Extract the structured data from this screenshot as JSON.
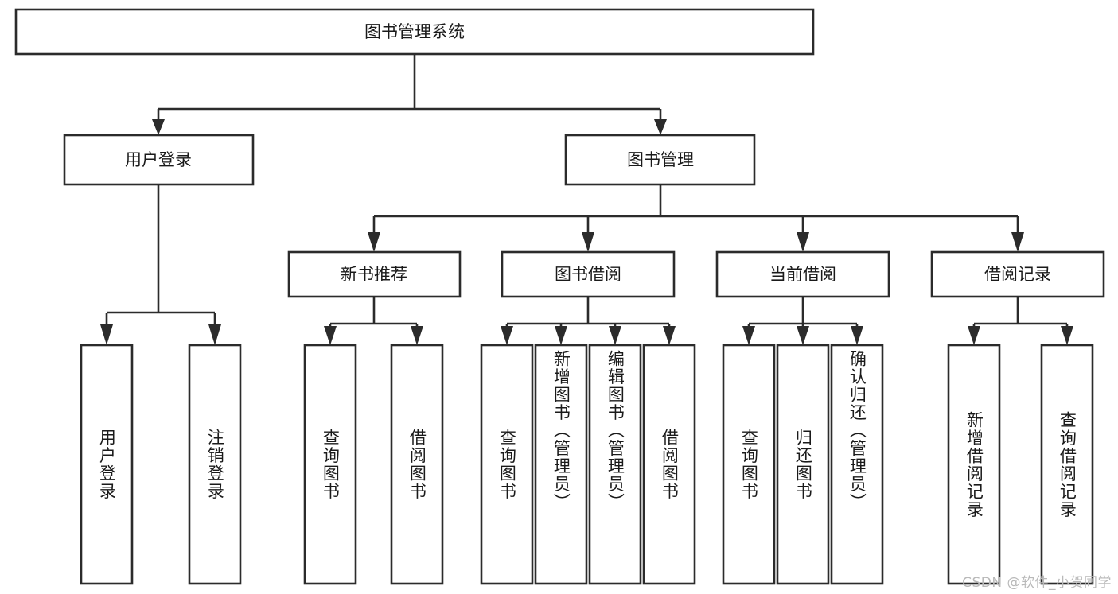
{
  "diagram": {
    "type": "tree-hierarchy-chart",
    "title": "图书管理系统",
    "watermark": "CSDN @软件_小贺同学",
    "colors": {
      "stroke": "#2b2b2b",
      "fill": "#ffffff",
      "text": "#1a1a1a",
      "watermark": "#b9b9b9",
      "background": "#ffffff"
    },
    "levels": {
      "root": {
        "label": "图书管理系统"
      },
      "level2": [
        {
          "label": "用户登录"
        },
        {
          "label": "图书管理"
        }
      ],
      "level3": [
        {
          "label": "新书推荐"
        },
        {
          "label": "图书借阅"
        },
        {
          "label": "当前借阅"
        },
        {
          "label": "借阅记录"
        }
      ],
      "leaves": [
        {
          "label": "用户登录",
          "parent": "用户登录"
        },
        {
          "label": "注销登录",
          "parent": "用户登录"
        },
        {
          "label": "查询图书",
          "parent": "新书推荐"
        },
        {
          "label": "借阅图书",
          "parent": "新书推荐"
        },
        {
          "label": "查询图书",
          "parent": "图书借阅"
        },
        {
          "label": "新增图书（管理员）",
          "parent": "图书借阅"
        },
        {
          "label": "编辑图书（管理员）",
          "parent": "图书借阅"
        },
        {
          "label": "借阅图书",
          "parent": "图书借阅"
        },
        {
          "label": "查询图书",
          "parent": "当前借阅"
        },
        {
          "label": "归还图书",
          "parent": "当前借阅"
        },
        {
          "label": "确认归还（管理员）",
          "parent": "当前借阅"
        },
        {
          "label": "新增借阅记录",
          "parent": "借阅记录"
        },
        {
          "label": "查询借阅记录",
          "parent": "借阅记录"
        }
      ]
    }
  }
}
